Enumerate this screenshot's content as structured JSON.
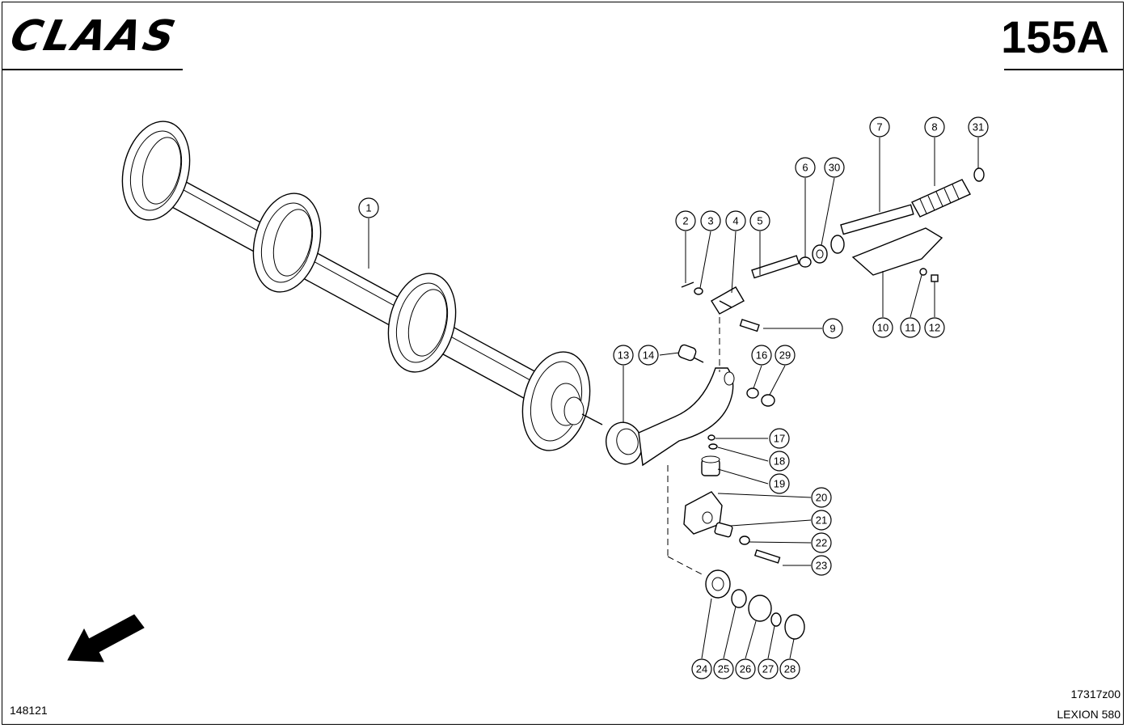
{
  "header": {
    "logo_text": "CLAAS",
    "page_number": "155A"
  },
  "footer": {
    "doc_id": "148121",
    "drawing_code": "17317z00",
    "model_name": "LEXION 580"
  },
  "callouts": [
    {
      "num": "1"
    },
    {
      "num": "2"
    },
    {
      "num": "3"
    },
    {
      "num": "4"
    },
    {
      "num": "5"
    },
    {
      "num": "6"
    },
    {
      "num": "7"
    },
    {
      "num": "8"
    },
    {
      "num": "9"
    },
    {
      "num": "10"
    },
    {
      "num": "11"
    },
    {
      "num": "12"
    },
    {
      "num": "13"
    },
    {
      "num": "14"
    },
    {
      "num": "16"
    },
    {
      "num": "17"
    },
    {
      "num": "18"
    },
    {
      "num": "19"
    },
    {
      "num": "20"
    },
    {
      "num": "21"
    },
    {
      "num": "22"
    },
    {
      "num": "23"
    },
    {
      "num": "24"
    },
    {
      "num": "25"
    },
    {
      "num": "26"
    },
    {
      "num": "27"
    },
    {
      "num": "28"
    },
    {
      "num": "29"
    },
    {
      "num": "30"
    },
    {
      "num": "31"
    }
  ],
  "icons": {
    "direction_arrow": "arrow-down-left-icon"
  }
}
